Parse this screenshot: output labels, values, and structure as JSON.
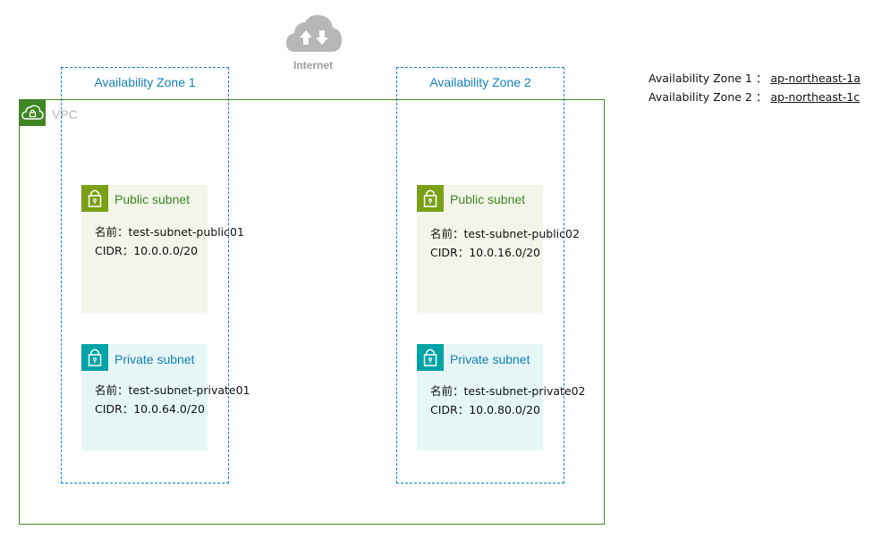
{
  "internet": {
    "label": "Internet"
  },
  "vpc": {
    "label": "VPC"
  },
  "az1": {
    "label": "Availability Zone 1"
  },
  "az2": {
    "label": "Availability Zone 2"
  },
  "public_subnet_1": {
    "title": "Public subnet",
    "name": "名前：test-subnet-public01",
    "cidr": "CIDR：10.0.0.0/20"
  },
  "private_subnet_1": {
    "title": "Private subnet",
    "name": "名前：test-subnet-private01",
    "cidr": "CIDR：10.0.64.0/20"
  },
  "public_subnet_2": {
    "title": "Public subnet",
    "name": "名前：test-subnet-public02",
    "cidr": "CIDR：10.0.16.0/20"
  },
  "private_subnet_2": {
    "title": "Private subnet",
    "name": "名前：test-subnet-private02",
    "cidr": "CIDR：10.0.80.0/20"
  },
  "legend": {
    "row1_label": "Availability Zone 1 ：",
    "row1_value": "ap-northeast-1a",
    "row2_label": "Availability Zone 2 ：",
    "row2_value": "ap-northeast-1c"
  },
  "colors": {
    "vpc": "#3f8624",
    "az": "#147eba",
    "public": "#7aa116",
    "private": "#00a4a6"
  }
}
